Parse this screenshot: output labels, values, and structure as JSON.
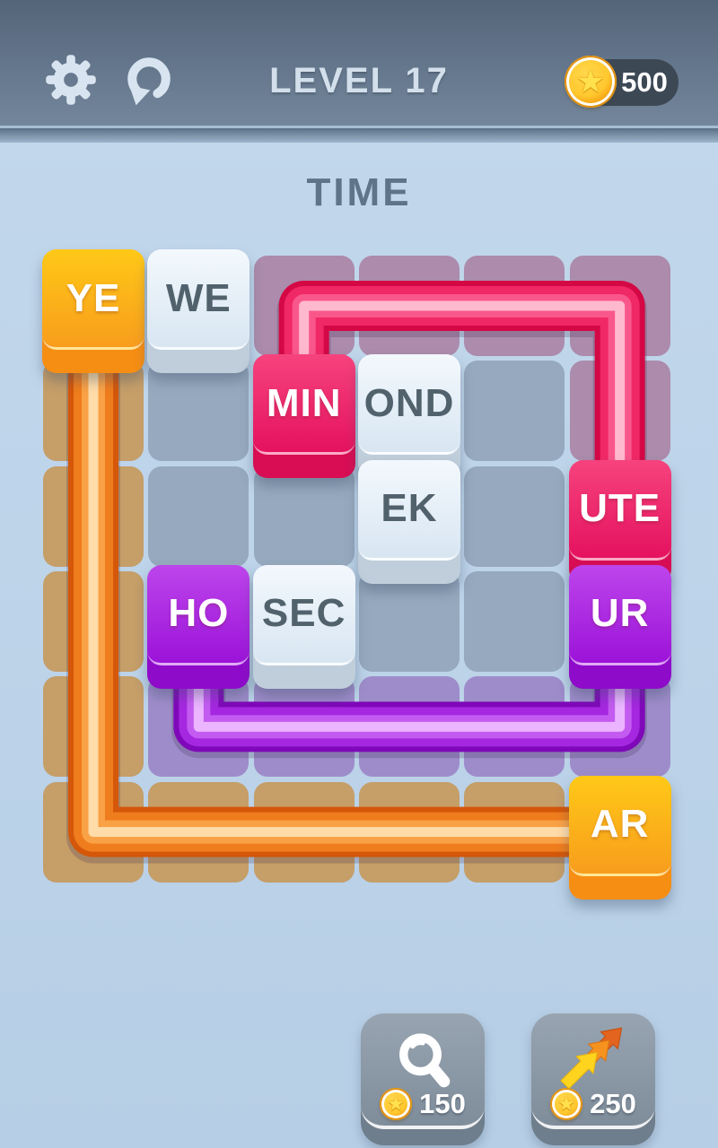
{
  "header": {
    "level_label": "LEVEL 17",
    "coins": "500",
    "icons": [
      "gear-icon",
      "restart-icon",
      "coin-icon"
    ]
  },
  "puzzle": {
    "category_title": "TIME",
    "grid": {
      "rows": 6,
      "cols": 6
    }
  },
  "tiles": [
    {
      "text": "YE",
      "row": 0,
      "col": 0,
      "style": "orange"
    },
    {
      "text": "WE",
      "row": 0,
      "col": 1,
      "style": "neutral"
    },
    {
      "text": "MIN",
      "row": 1,
      "col": 2,
      "style": "pink"
    },
    {
      "text": "OND",
      "row": 1,
      "col": 3,
      "style": "neutral"
    },
    {
      "text": "EK",
      "row": 2,
      "col": 3,
      "style": "neutral"
    },
    {
      "text": "UTE",
      "row": 2,
      "col": 5,
      "style": "pink"
    },
    {
      "text": "HO",
      "row": 3,
      "col": 1,
      "style": "purple"
    },
    {
      "text": "SEC",
      "row": 3,
      "col": 2,
      "style": "neutral"
    },
    {
      "text": "UR",
      "row": 3,
      "col": 5,
      "style": "purple"
    },
    {
      "text": "AR",
      "row": 5,
      "col": 5,
      "style": "orange"
    }
  ],
  "paths": [
    {
      "name": "orange-path",
      "style": "orange",
      "waypoints": [
        [
          0,
          0
        ],
        [
          5,
          0
        ],
        [
          5,
          5
        ]
      ],
      "tint_cells": [
        [
          1,
          0
        ],
        [
          2,
          0
        ],
        [
          3,
          0
        ],
        [
          4,
          0
        ],
        [
          5,
          0
        ],
        [
          5,
          1
        ],
        [
          5,
          2
        ],
        [
          5,
          3
        ],
        [
          5,
          4
        ]
      ]
    },
    {
      "name": "pink-path",
      "style": "pink",
      "waypoints": [
        [
          1,
          2
        ],
        [
          0,
          2
        ],
        [
          0,
          5
        ],
        [
          2,
          5
        ]
      ],
      "tint_cells": [
        [
          0,
          2
        ],
        [
          0,
          3
        ],
        [
          0,
          4
        ],
        [
          0,
          5
        ],
        [
          1,
          5
        ]
      ]
    },
    {
      "name": "purple-path",
      "style": "purple",
      "waypoints": [
        [
          3,
          1
        ],
        [
          4,
          1
        ],
        [
          4,
          5
        ],
        [
          3,
          5
        ]
      ],
      "tint_cells": [
        [
          4,
          1
        ],
        [
          4,
          2
        ],
        [
          4,
          3
        ],
        [
          4,
          4
        ],
        [
          4,
          5
        ]
      ]
    }
  ],
  "shop": {
    "hint_cost": "150",
    "boost_cost": "250",
    "hint_icon": "magnifier-icon",
    "boost_icon": "triple-arrows-icon"
  },
  "colors": {
    "background": "#BDD4E9",
    "topbar_top": "#54657A",
    "topbar_bottom": "#73869B",
    "cell_base": "#96A9BE",
    "badge_bg": "#3D4855",
    "coin_gold": "#F5A112",
    "styles": {
      "orange": {
        "tube_outer": "#D4570A",
        "tube_main": "#EF7C1D",
        "tube_mid": "#F9A145",
        "tube_hi": "#FFDCA8",
        "tint": "#C59E68",
        "tile_top": "#FFC917",
        "tile_bottom": "#F89D1C",
        "lip": "#F68E14",
        "text": "#FFFFFF"
      },
      "pink": {
        "tube_outer": "#D40845",
        "tube_main": "#F02865",
        "tube_mid": "#F9578C",
        "tube_hi": "#FFB9CE",
        "tint": "#AC8BAC",
        "tile_top": "#F6437D",
        "tile_bottom": "#E5125F",
        "lip": "#D80D54",
        "text": "#FFFFFF"
      },
      "purple": {
        "tube_outer": "#7F08B9",
        "tube_main": "#A527E0",
        "tube_mid": "#C45BF1",
        "tube_hi": "#EBB5FF",
        "tint": "#9E8CCA",
        "tile_top": "#BD45EB",
        "tile_bottom": "#9C13D9",
        "lip": "#8E0BCA",
        "text": "#FFFFFF"
      },
      "neutral": {
        "tile_top": "#F3F8FD",
        "tile_bottom": "#D8E6F2",
        "lip": "#C0CEDB",
        "text": "#51626D"
      }
    }
  }
}
